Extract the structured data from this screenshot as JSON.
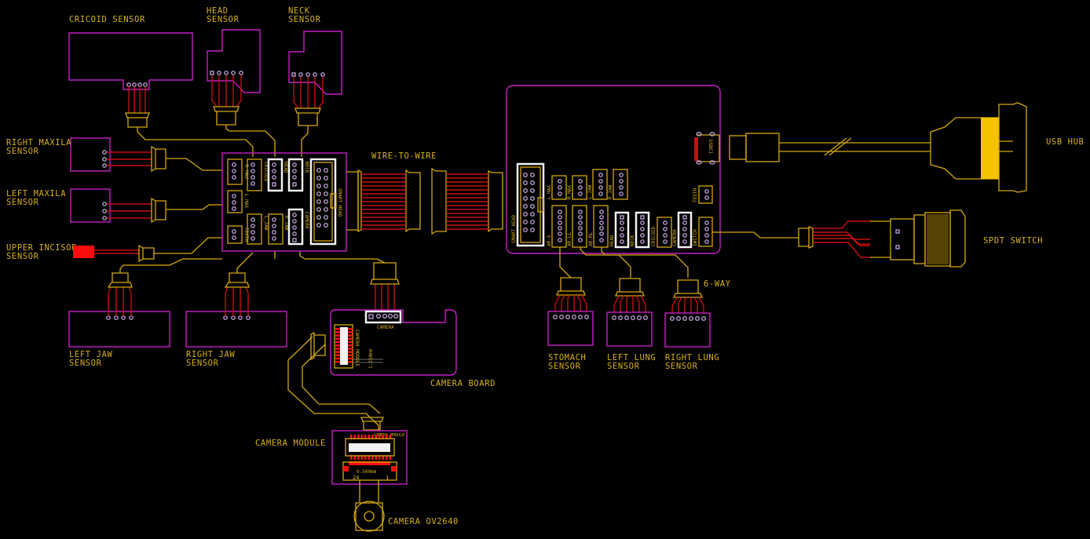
{
  "diagram": {
    "title": "Smart Head Wiring Layout",
    "colors": {
      "background": "#000000",
      "board_outline": "#c51fc5",
      "silkscreen": "#d6a80f",
      "wire": "#c80e0e",
      "pad": "#b79ad0",
      "header": "#f2f2f2"
    },
    "labels": {
      "cricoid": "CRICOID SENSOR",
      "head": [
        "HEAD",
        "SENSOR"
      ],
      "neck": [
        "NECK",
        "SENSOR"
      ],
      "right_maxila": [
        "RIGHT MAXILA",
        "SENSOR"
      ],
      "left_maxila": [
        "LEFT MAXILA",
        "SENSOR"
      ],
      "upper_incisor": [
        "UPPER INCISOR",
        "SENSOR"
      ],
      "left_jaw": [
        "LEFT JAW",
        "SENSOR"
      ],
      "right_jaw": [
        "RIGHT JAW",
        "SENSOR"
      ],
      "wire_to_wire": "WIRE-TO-WIRE",
      "camera_board": "CAMERA BOARD",
      "camera_module": "CAMERA MODULE",
      "camera_ov2640": "CAMERA OV2640",
      "usb_hub": "USB HUB",
      "spdt_switch": "SPDT SWITCH",
      "six_way": "6-WAY",
      "stomach": [
        "STOMACH",
        "SENSOR"
      ],
      "left_lung": [
        "LEFT LUNG",
        "SENSOR"
      ],
      "right_lung": [
        "RIGHT LUNG",
        "SENSOR"
      ]
    },
    "left_board_connectors": [
      "R_MAX",
      "CRICOID",
      "HEAD",
      "NECK",
      "L_MAX",
      "TEETH",
      "L_JAW",
      "R_JAW",
      "CAMERA",
      "SMART HEAD"
    ],
    "main_board_connectors": [
      "SMART HEAD",
      "L_MAX",
      "R_MAX",
      "L_JAW",
      "R_JAW",
      "AR-S",
      "AR-LL",
      "AR-RL",
      "HEAD",
      "NECK",
      "CRICOID",
      "CAMERA",
      "SWITCH",
      "TEETH",
      "USBC1"
    ],
    "camera_board_connectors": [
      "CAMERA",
      "CAMERA MODULE"
    ],
    "dimensions": {
      "camera_board_pitch": "1.250mm",
      "camera_module_pitch": "0.500mm",
      "fpc_pin_first": "24",
      "fpc_pin_last": "1"
    }
  }
}
